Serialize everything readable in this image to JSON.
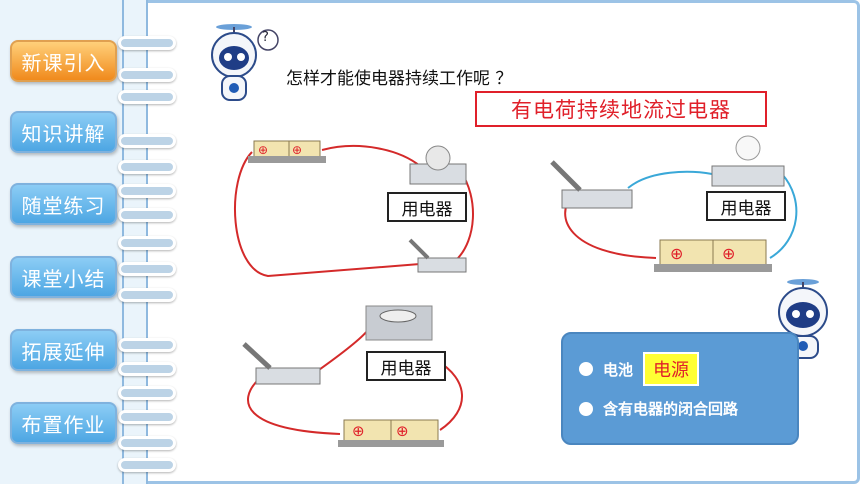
{
  "nav": {
    "items": [
      {
        "label": "新课引入",
        "active": true
      },
      {
        "label": "知识讲解",
        "active": false
      },
      {
        "label": "随堂练习",
        "active": false
      },
      {
        "label": "课堂小结",
        "active": false
      },
      {
        "label": "拓展延伸",
        "active": false
      },
      {
        "label": "布置作业",
        "active": false
      }
    ]
  },
  "main": {
    "question": "怎样才能使电器持续工作呢 ？",
    "answer": "有电荷持续地流过电器",
    "circuit_label": "用电器",
    "battery_mark": "⊕",
    "robot_bubble": "?",
    "summary": {
      "item1_label": "电池",
      "item1_highlight": "电源",
      "item2_label": "含有电器的闭合回路"
    }
  },
  "colors": {
    "accent_red": "#e0202a",
    "nav_blue": "#4da6e3",
    "nav_active": "#f08a1c",
    "summary_blue": "#5b9bd5",
    "wire_red": "#d42a2a",
    "wire_blue": "#3aa8d8"
  }
}
